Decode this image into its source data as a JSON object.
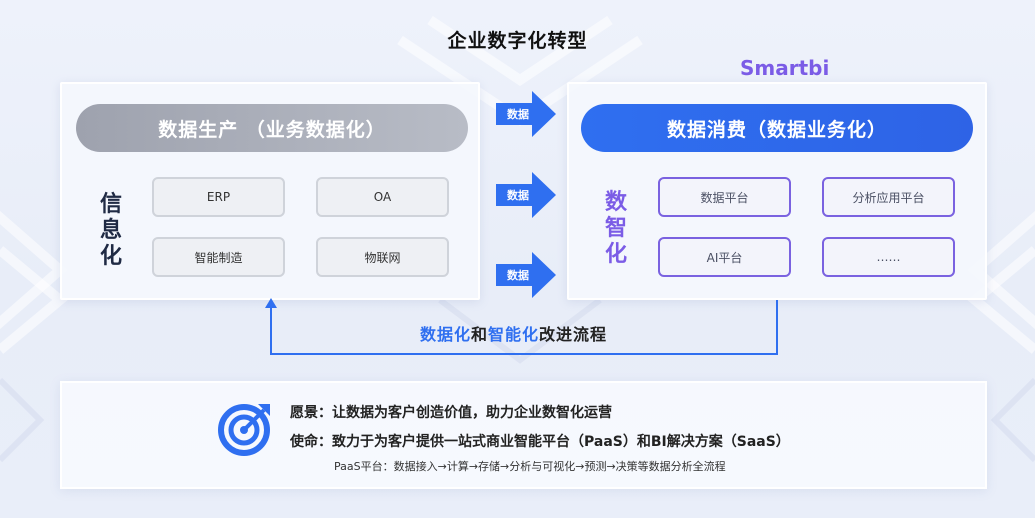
{
  "title": "企业数字化转型",
  "brand": "Smartbi",
  "left_panel": {
    "header": "数据生产 （业务数据化）",
    "vertical_label": "信\n息\n化",
    "boxes": [
      "ERP",
      "OA",
      "智能制造",
      "物联网"
    ]
  },
  "right_panel": {
    "header": "数据消费（数据业务化）",
    "vertical_label": "数\n智\n化",
    "boxes": [
      "数据平台",
      "分析应用平台",
      "AI平台",
      "……"
    ]
  },
  "arrows": [
    "数据",
    "数据",
    "数据"
  ],
  "flow": {
    "part1": "数据化",
    "part2": "和",
    "part3": "智能化",
    "part4": "改进流程"
  },
  "bottom": {
    "vision": "愿景：让数据为客户创造价值，助力企业数智化运营",
    "mission": "使命：致力于为客户提供一站式商业智能平台（PaaS）和BI解决方案（SaaS）",
    "paas": "PaaS平台：数据接入→计算→存储→分析与可视化→预测→决策等数据分析全流程"
  },
  "colors": {
    "accent_blue": "#2f6ff0",
    "accent_purple": "#7b5ce6",
    "grey_pill": "#a8acb7"
  },
  "icons": {
    "mission_icon": "target-icon",
    "arrow_icon": "arrow-right-icon"
  }
}
